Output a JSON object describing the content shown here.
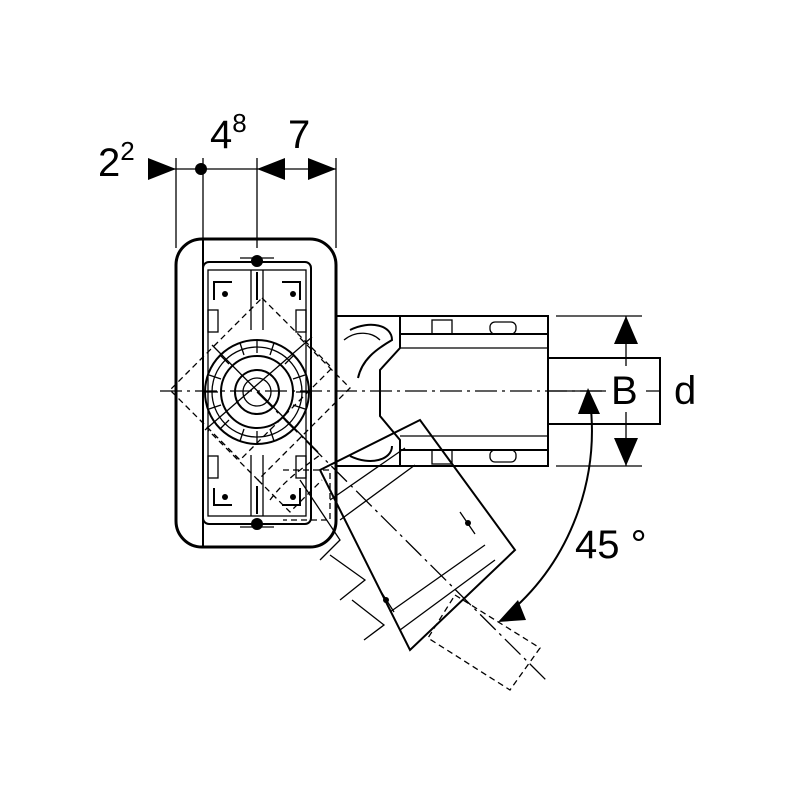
{
  "dimensions": {
    "d1": {
      "base": "2",
      "sup": "2"
    },
    "d2": {
      "base": "4",
      "sup": "8"
    },
    "d3": {
      "base": "7"
    },
    "angle": "45 °",
    "height_label": "B",
    "pipe_label": "d"
  }
}
